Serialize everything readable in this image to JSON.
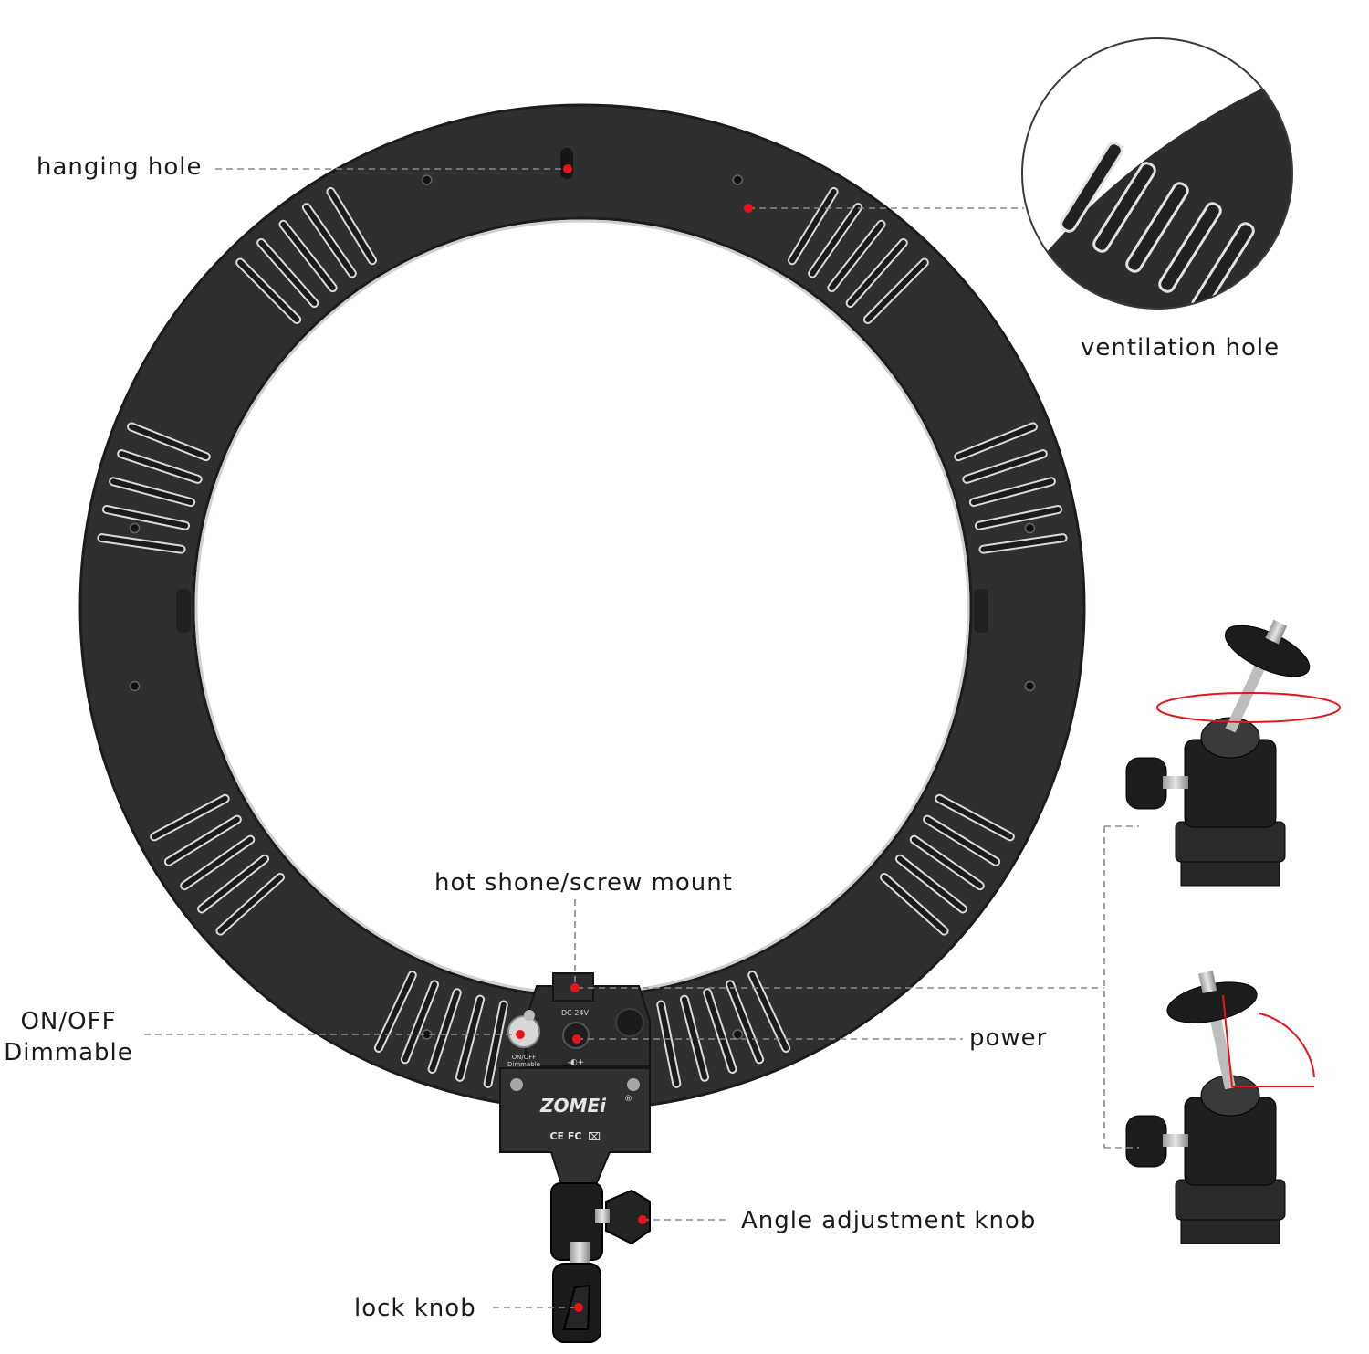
{
  "labels": {
    "hanging_hole": "hanging hole",
    "ventilation_hole": "ventilation hole",
    "hot_shoe_mount": "hot shone/screw mount",
    "on_off_line1": "ON/OFF",
    "on_off_line2": "Dimmable",
    "power": "power",
    "angle_knob": "Angle adjustment knob",
    "lock_knob": "lock knob"
  },
  "device": {
    "brand": "ZOMEi",
    "brand_mark": "®",
    "power_spec": "DC 24V",
    "switch_caption_line1": "ON/OFF",
    "switch_caption_line2": "Dimmable",
    "certifications": "CE FC"
  },
  "colors": {
    "ring": "#2e2f31",
    "ring_edge": "#1b1c1d",
    "marker": "#e8141c",
    "leader": "#8a8a8a",
    "slot": "#d9dadb"
  }
}
